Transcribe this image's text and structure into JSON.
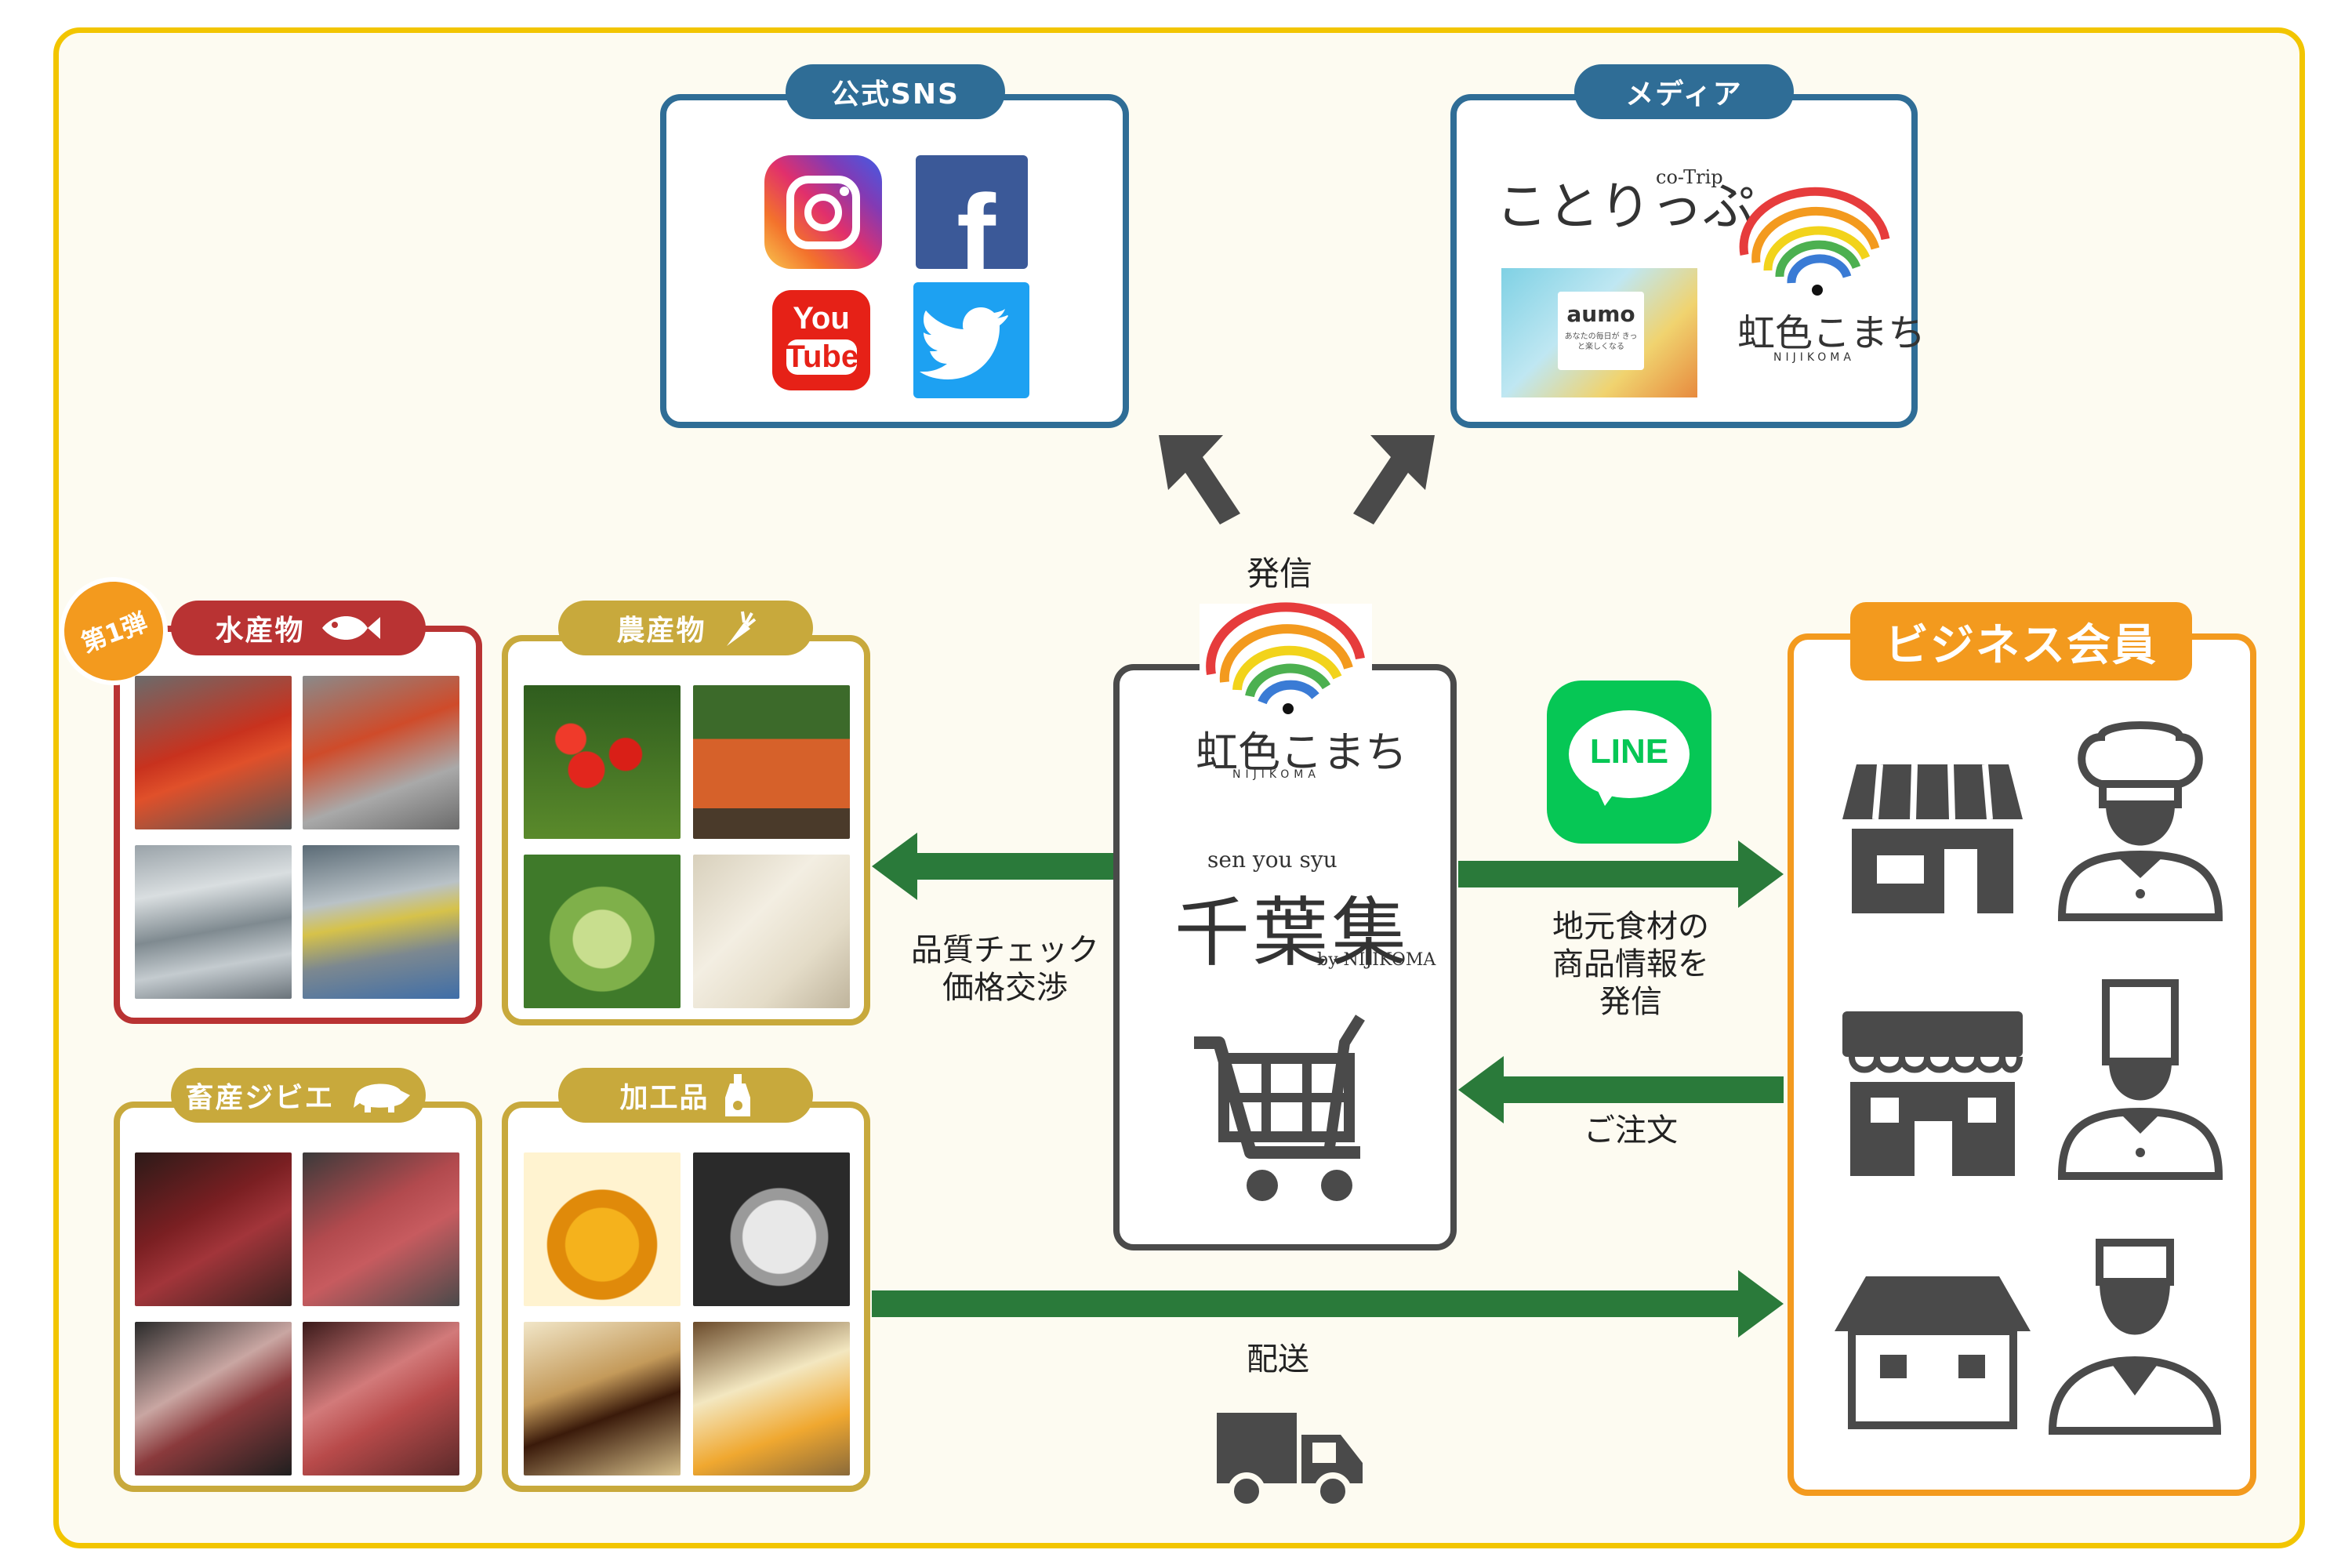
{
  "sns": {
    "title": "公式SNS",
    "youtube_top": "You",
    "youtube_bottom": "Tube"
  },
  "media": {
    "title": "メディア",
    "cotrip": "ことりっぷ",
    "cotrip_sub": "co-Trip",
    "aumo": "aumo",
    "aumo_sub": "あなたの毎日が きっと楽しくなる",
    "nijikoma": "虹色こまち",
    "nijikoma_sub": "NIJIKOMA"
  },
  "center": {
    "broadcast": "発信",
    "logo_text": "虹色こまち",
    "logo_sub": "NIJIKOMA",
    "reading": "sen you syu",
    "name": "千葉集",
    "by": "by NIJIKOMA"
  },
  "categories": {
    "seafood": {
      "label": "水産物",
      "badge": "第1弾"
    },
    "agri": {
      "label": "農産物"
    },
    "livestock": {
      "label": "畜産ジビエ"
    },
    "processed": {
      "label": "加工品"
    }
  },
  "flows": {
    "quality": "品質チェック\n価格交渉",
    "line": "LINE",
    "info": "地元食材の\n商品情報を\n発信",
    "order": "ご注文",
    "delivery": "配送"
  },
  "business": {
    "title": "ビジネス会員"
  },
  "colors": {
    "frame": "#f2c500",
    "blue": "#2f6d96",
    "red": "#b93333",
    "gold": "#c8a93c",
    "orange": "#f39a1e",
    "green": "#2a7a3a",
    "line_green": "#06c755"
  }
}
